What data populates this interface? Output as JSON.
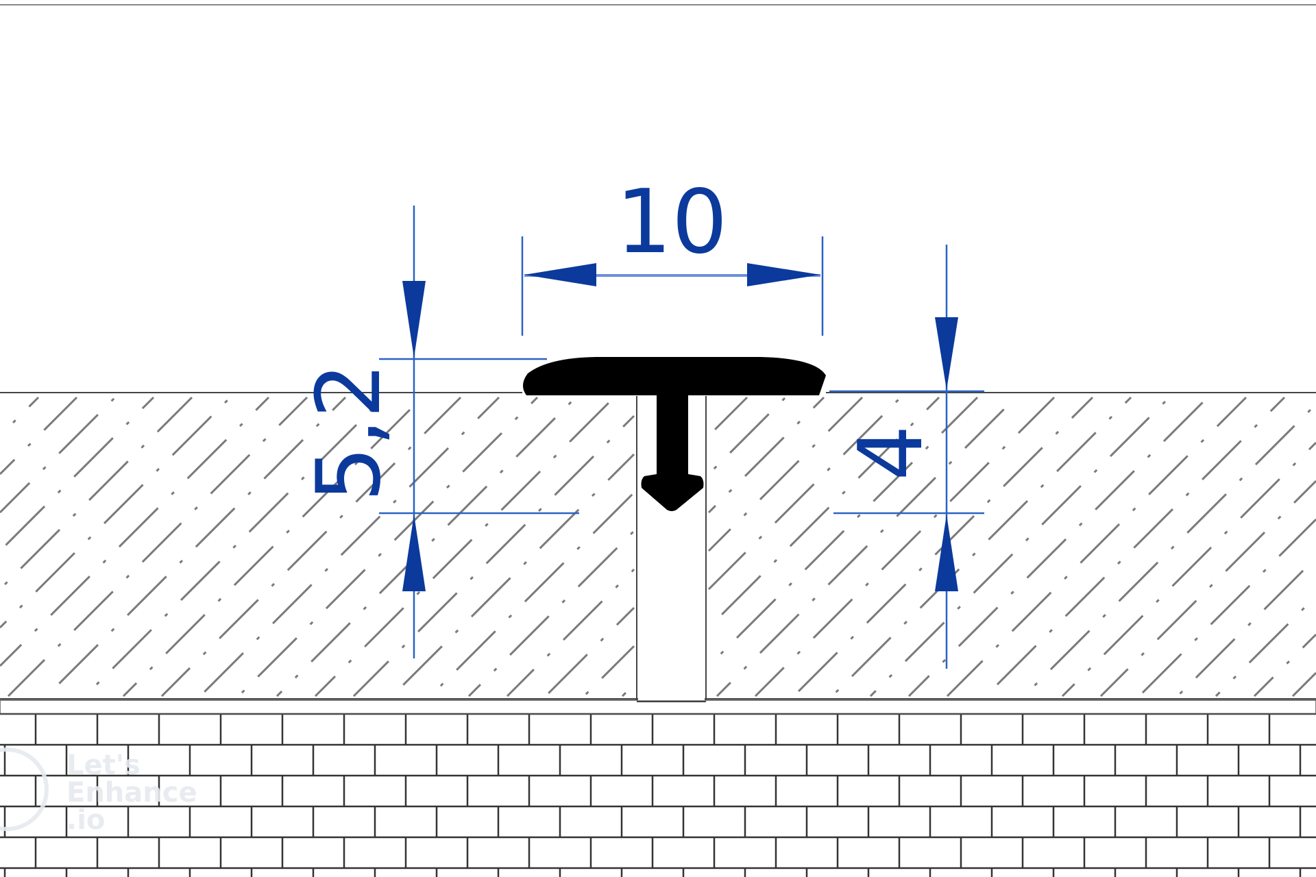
{
  "diagram": {
    "title": "T-profile cross section",
    "dimensions": {
      "width_label": "10",
      "total_height_label": "5,2",
      "inset_height_label": "4"
    },
    "colors": {
      "dimension": "#0b3a9c",
      "dimension_line": "#2a62c4",
      "profile": "#000000",
      "hatch": "#7a7a7a",
      "brick_line": "#333333"
    },
    "watermark": [
      "Let's",
      "Enhance",
      ".io"
    ]
  }
}
